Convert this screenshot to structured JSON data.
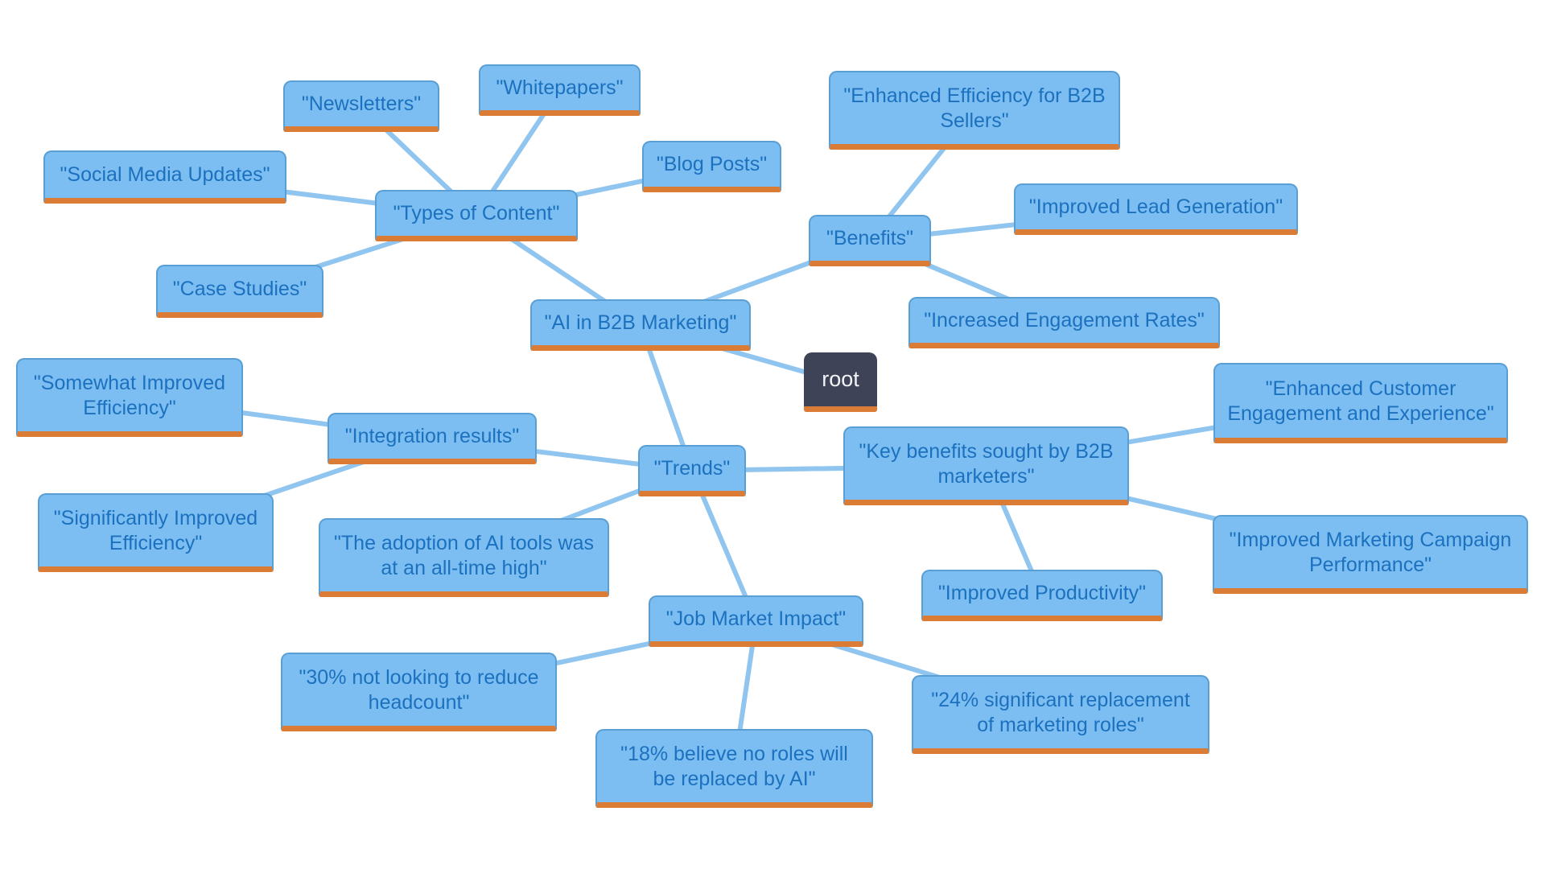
{
  "diagram_type": "mindmap",
  "colors": {
    "background": "#ffffff",
    "node_fill": "#7cbef2",
    "node_border": "#5a9fd4",
    "node_text": "#1c71bf",
    "underline": "#db7c36",
    "root_fill": "#3e4357",
    "root_text": "#f2f3f7",
    "edge": "#90c5f0"
  },
  "root": {
    "label": "root"
  },
  "nodes": {
    "newsletters": {
      "label": "\"Newsletters\""
    },
    "whitepapers": {
      "label": "\"Whitepapers\""
    },
    "blog_posts": {
      "label": "\"Blog Posts\""
    },
    "social_media_updates": {
      "label": "\"Social Media Updates\""
    },
    "types_of_content": {
      "label": "\"Types of Content\""
    },
    "case_studies": {
      "label": "\"Case Studies\""
    },
    "enhanced_efficiency_b2b_sellers": {
      "label": "\"Enhanced Efficiency for B2B Sellers\""
    },
    "benefits": {
      "label": "\"Benefits\""
    },
    "improved_lead_generation": {
      "label": "\"Improved Lead Generation\""
    },
    "increased_engagement_rates": {
      "label": "\"Increased Engagement Rates\""
    },
    "ai_in_b2b_marketing": {
      "label": "\"AI in B2B Marketing\""
    },
    "somewhat_improved_efficiency": {
      "label": "\"Somewhat Improved Efficiency\""
    },
    "integration_results": {
      "label": "\"Integration results\""
    },
    "significantly_improved_efficiency": {
      "label": "\"Significantly Improved Efficiency\""
    },
    "trends": {
      "label": "\"Trends\""
    },
    "adoption_ai_tools": {
      "label": "\"The adoption of AI tools was at an all-time high\""
    },
    "key_benefits_b2b_marketers": {
      "label": "\"Key benefits sought by B2B marketers\""
    },
    "enhanced_customer_engagement": {
      "label": "\"Enhanced Customer Engagement and Experience\""
    },
    "improved_marketing_campaign": {
      "label": "\"Improved Marketing Campaign Performance\""
    },
    "improved_productivity": {
      "label": "\"Improved Productivity\""
    },
    "job_market_impact": {
      "label": "\"Job Market Impact\""
    },
    "pct30_headcount": {
      "label": "\"30% not looking to reduce headcount\""
    },
    "pct18_no_roles": {
      "label": "\"18% believe no roles will be replaced by AI\""
    },
    "pct24_replacement": {
      "label": "\"24% significant replacement of marketing roles\""
    }
  },
  "edges": [
    [
      "root_node",
      "ai_in_b2b_marketing"
    ],
    [
      "ai_in_b2b_marketing",
      "types_of_content"
    ],
    [
      "ai_in_b2b_marketing",
      "benefits"
    ],
    [
      "ai_in_b2b_marketing",
      "trends"
    ],
    [
      "types_of_content",
      "newsletters"
    ],
    [
      "types_of_content",
      "whitepapers"
    ],
    [
      "types_of_content",
      "blog_posts"
    ],
    [
      "types_of_content",
      "social_media_updates"
    ],
    [
      "types_of_content",
      "case_studies"
    ],
    [
      "benefits",
      "enhanced_efficiency_b2b_sellers"
    ],
    [
      "benefits",
      "improved_lead_generation"
    ],
    [
      "benefits",
      "increased_engagement_rates"
    ],
    [
      "trends",
      "integration_results"
    ],
    [
      "trends",
      "adoption_ai_tools"
    ],
    [
      "trends",
      "job_market_impact"
    ],
    [
      "trends",
      "key_benefits_b2b_marketers"
    ],
    [
      "integration_results",
      "somewhat_improved_efficiency"
    ],
    [
      "integration_results",
      "significantly_improved_efficiency"
    ],
    [
      "key_benefits_b2b_marketers",
      "enhanced_customer_engagement"
    ],
    [
      "key_benefits_b2b_marketers",
      "improved_marketing_campaign"
    ],
    [
      "key_benefits_b2b_marketers",
      "improved_productivity"
    ],
    [
      "job_market_impact",
      "pct30_headcount"
    ],
    [
      "job_market_impact",
      "pct18_no_roles"
    ],
    [
      "job_market_impact",
      "pct24_replacement"
    ]
  ],
  "edge_style": {
    "stroke_width": 6
  }
}
